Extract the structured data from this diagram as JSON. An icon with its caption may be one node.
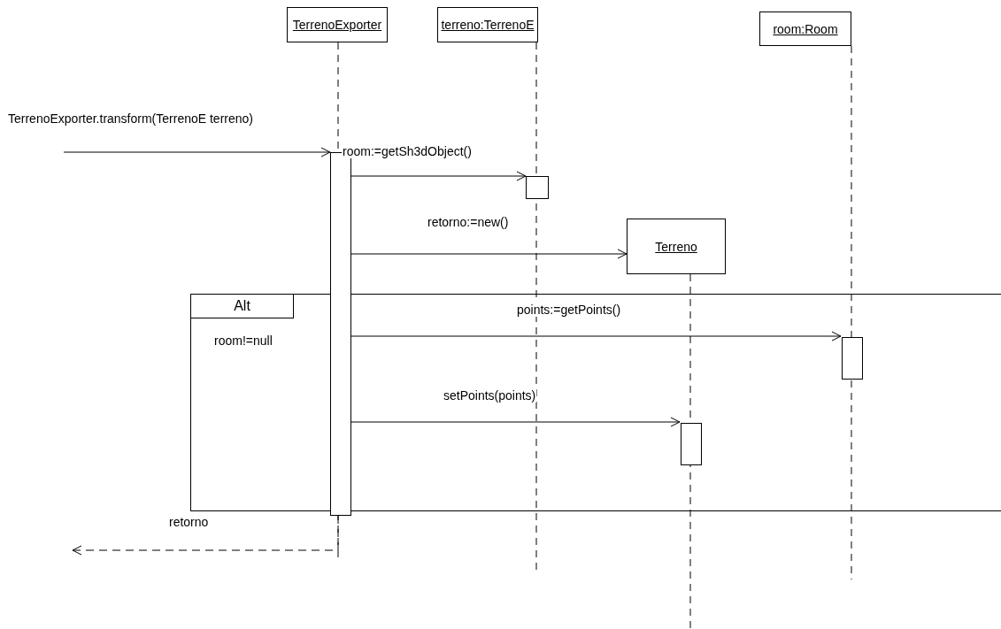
{
  "diagram": {
    "nodes": [
      {
        "text": [
          "TerrenoExporter"
        ]
      },
      {
        "text": [
          "terreno:TerrenoE"
        ]
      },
      {
        "text": [
          "room:Room"
        ]
      },
      {
        "text": [],
        "shape": "bar"
      },
      {
        "text": [],
        "shape": "bar"
      },
      {
        "text": [
          "Terreno"
        ]
      },
      {
        "text": [
          "Alt",
          "room!=null"
        ]
      },
      {
        "text": [],
        "shape": "bar",
        "in": 6
      },
      {
        "text": [],
        "shape": "bar",
        "in": 6
      }
    ],
    "edges": [
      {
        "from": null,
        "to": 3,
        "arrow": "to",
        "label": "TerrenoExporter.transform(TerrenoE terreno)"
      },
      {
        "from": 3,
        "to": 4,
        "arrow": "to",
        "label": "room:=getSh3dObject()"
      },
      {
        "from": 3,
        "to": 5,
        "arrow": "to",
        "label": "retorno:=new()"
      },
      {
        "from": 3,
        "to": 7,
        "arrow": "to",
        "label": "points:=getPoints()"
      },
      {
        "from": 3,
        "to": 8,
        "arrow": "to",
        "label": "setPoints(points)"
      },
      {
        "from": 3,
        "to": null,
        "arrow": "to",
        "label": "retorno",
        "style": "dashed"
      }
    ]
  }
}
